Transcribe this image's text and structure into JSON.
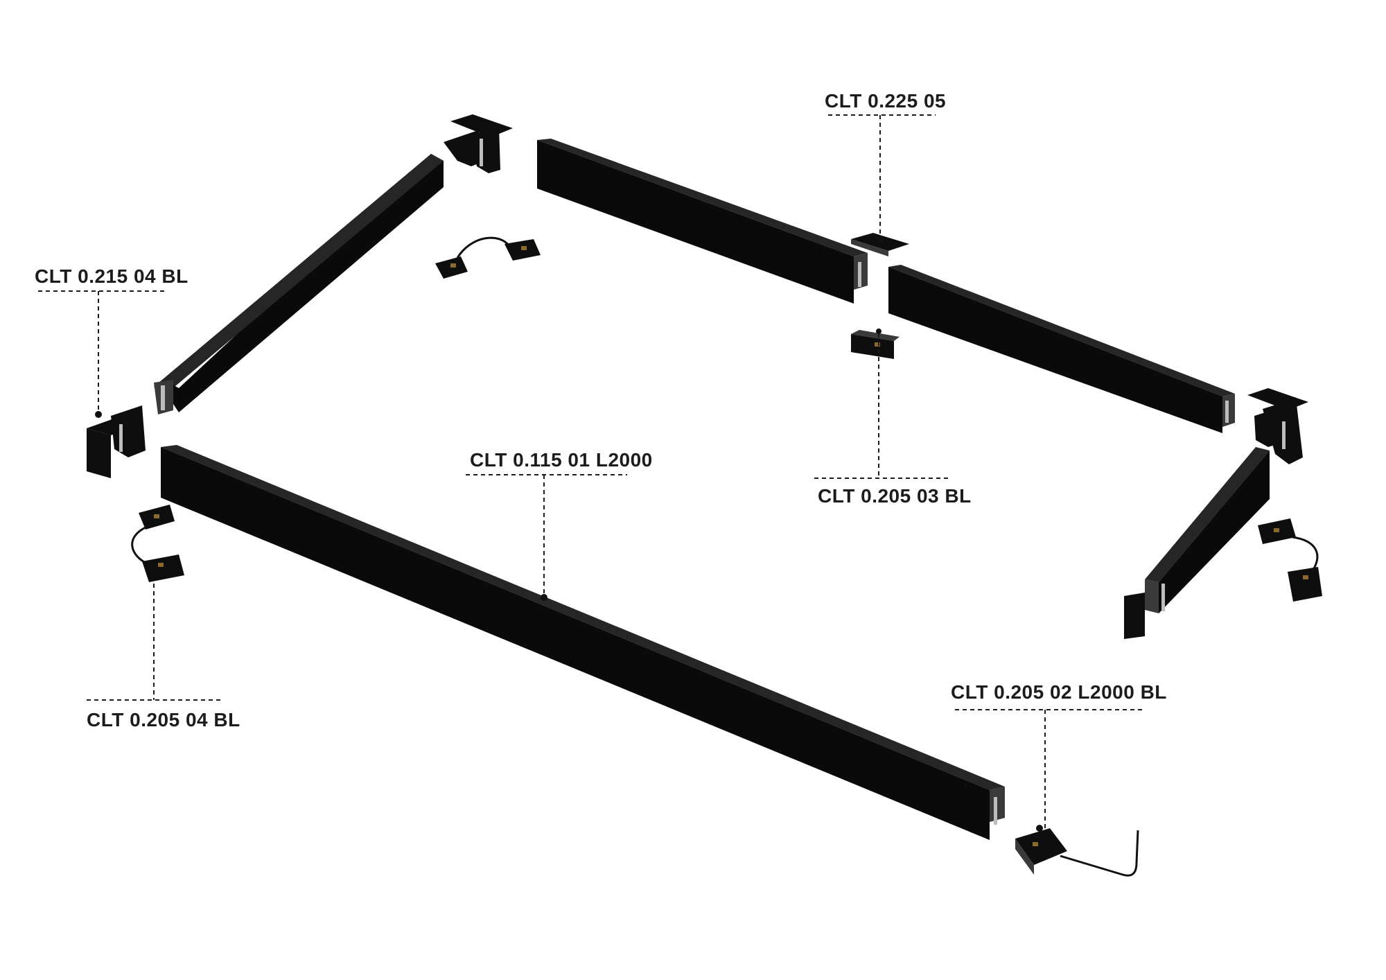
{
  "labels": {
    "clt_0_225_05": "CLT 0.225 05",
    "clt_0_215_04_bl": "CLT 0.215 04 BL",
    "clt_0_115_01_l2000": "CLT 0.115 01 L2000",
    "clt_0_205_03_bl": "CLT 0.205 03 BL",
    "clt_0_205_04_bl": "CLT 0.205 04 BL",
    "clt_0_205_02_l2000_bl": "CLT 0.205 02 L2000 BL"
  },
  "colors": {
    "profile": "#1a1a1a",
    "label_text": "#1c1c1c",
    "background": "#ffffff"
  }
}
